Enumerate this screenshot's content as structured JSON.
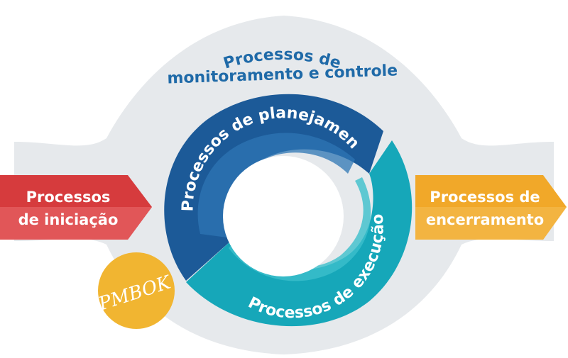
{
  "diagram": {
    "monitoring_label": {
      "line1": "Processos de",
      "line2": "monitoramento e controle"
    },
    "planning_label": "Processos de planejamento",
    "execution_label": "Processos de execução",
    "initiation_label": {
      "line1": "Processos",
      "line2": "de iniciação"
    },
    "closing_label": {
      "line1": "Processos de",
      "line2": "encerramento"
    },
    "badge_label": "PMBOK"
  },
  "colors": {
    "background_shape": "#e6e9ec",
    "monitoring_text": "#1f6aa8",
    "planning_dark": "#1c5a98",
    "planning_inner": "#2e76b4",
    "execution_dark": "#16a7b9",
    "execution_inner": "#3cbfcc",
    "initiation": "#d63b3d",
    "closing": "#f1a829",
    "badge": "#f1b531"
  }
}
